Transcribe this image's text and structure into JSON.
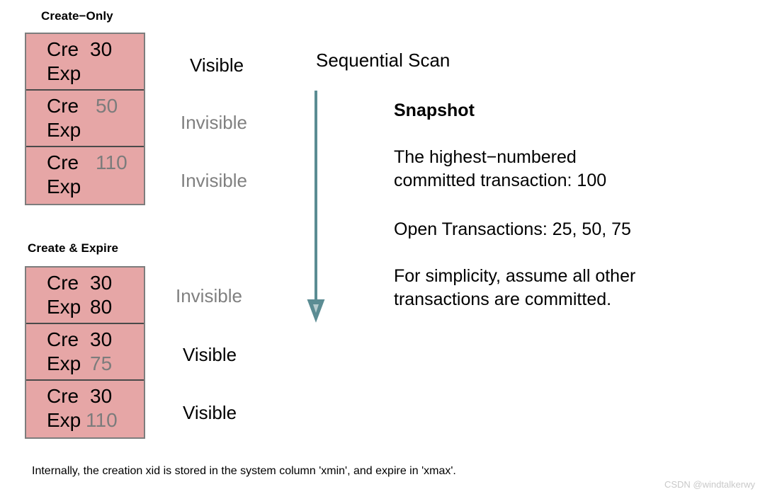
{
  "slide": {
    "background": "#ffffff",
    "tuple_fill": "#e6a6a6",
    "tuple_border": "#7d7d7d",
    "dim_color": "#808080",
    "arrow_color": "#5b8c93"
  },
  "tables": [
    {
      "caption": "Create−Only",
      "rows": [
        {
          "create_label": "Cre",
          "create_value": "30",
          "create_dim": false,
          "expire_label": "Exp",
          "expire_value": "",
          "expire_dim": false,
          "verdict": "Visible",
          "verdict_dim": false
        },
        {
          "create_label": "Cre",
          "create_value": "50",
          "create_dim": true,
          "expire_label": "Exp",
          "expire_value": "",
          "expire_dim": false,
          "verdict": "Invisible",
          "verdict_dim": true
        },
        {
          "create_label": "Cre",
          "create_value": "110",
          "create_dim": true,
          "expire_label": "Exp",
          "expire_value": "",
          "expire_dim": false,
          "verdict": "Invisible",
          "verdict_dim": true
        }
      ]
    },
    {
      "caption": "Create & Expire",
      "rows": [
        {
          "create_label": "Cre",
          "create_value": "30",
          "create_dim": false,
          "expire_label": "Exp",
          "expire_value": "80",
          "expire_dim": false,
          "verdict": "Invisible",
          "verdict_dim": true
        },
        {
          "create_label": "Cre",
          "create_value": "30",
          "create_dim": false,
          "expire_label": "Exp",
          "expire_value": "75",
          "expire_dim": true,
          "verdict": "Visible",
          "verdict_dim": false
        },
        {
          "create_label": "Cre",
          "create_value": "30",
          "create_dim": false,
          "expire_label": "Exp",
          "expire_value": "110",
          "expire_dim": true,
          "verdict": "Visible",
          "verdict_dim": false
        }
      ]
    }
  ],
  "scan": {
    "title": "Sequential Scan",
    "arrow_direction": "down"
  },
  "snapshot": {
    "heading": "Snapshot",
    "highest_committed": "The highest−numbered\ncommitted transaction:  100",
    "open_transactions": "Open Transactions: 25, 50, 75",
    "note": "For simplicity, assume all other\ntransactions are committed."
  },
  "footnote": "Internally, the creation xid is stored in the system column 'xmin', and expire in 'xmax'.",
  "watermark": "CSDN @windtalkerwy"
}
